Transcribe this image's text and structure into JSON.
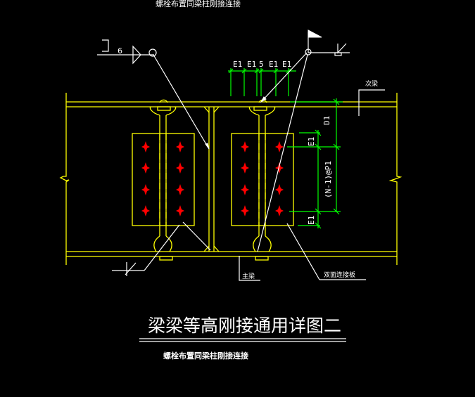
{
  "drawing": {
    "top_caption": "螺栓布置同梁柱刚接连接",
    "title": "梁梁等高刚接通用详图二",
    "subtitle": "螺栓布置同梁柱刚接连接",
    "labels": {
      "secondary_beam": "次梁",
      "main_beam": "主梁",
      "double_side_plate": "双面连接板"
    },
    "weld_symbol": {
      "size": "6"
    },
    "dimensions": {
      "top": [
        "E1",
        "E1",
        "5",
        "E1",
        "E1"
      ],
      "right_d1": "D1",
      "right_e1_top": "E1",
      "right_pitch": "(N-1)@P1",
      "right_e1_bottom": "E1"
    },
    "colors": {
      "background": "#000000",
      "beam": "#ffff00",
      "dimension": "#00ff00",
      "annotation": "#ffffff",
      "bolt": "#ff0000"
    }
  }
}
